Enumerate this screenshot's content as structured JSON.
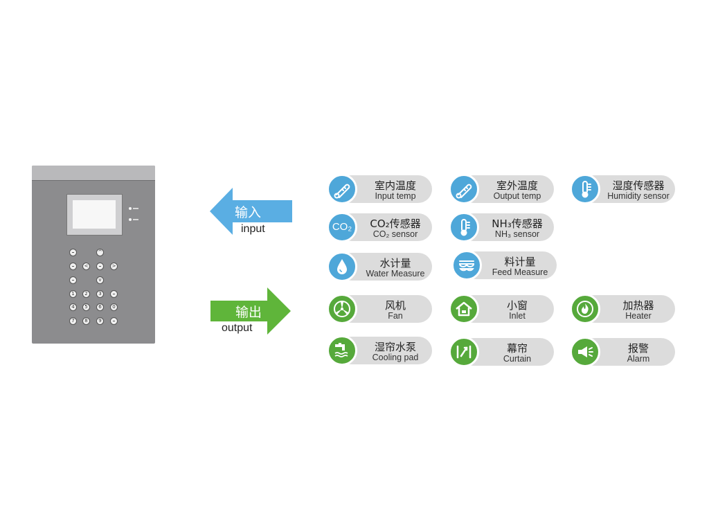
{
  "input_arrow": {
    "label_cn": "输入",
    "label_en": "input",
    "color": "#5aaee3"
  },
  "output_arrow": {
    "label_cn": "输出",
    "label_en": "output",
    "color": "#5fb53a"
  },
  "colors": {
    "input_icon": "#4ea7d9",
    "output_icon": "#56a93b",
    "pill_bg": "#dcdcdc"
  },
  "inputs": [
    {
      "cn": "室内温度",
      "en": "Input temp",
      "icon": "thermometer-icon"
    },
    {
      "cn": "室外温度",
      "en": "Output temp",
      "icon": "thermometer-icon"
    },
    {
      "cn": "湿度传感器",
      "en": "Humidity sensor",
      "icon": "sensor-icon"
    },
    {
      "cn": "CO₂传感器",
      "en": "CO₂ sensor",
      "icon": "co2-icon",
      "icon_text": "CO₂"
    },
    {
      "cn": "NH₃传感器",
      "en": "NH₃ sensor",
      "icon": "sensor-icon"
    },
    {
      "cn": "水计量",
      "en": "Water Measure",
      "icon": "water-drop-icon"
    },
    {
      "cn": "料计量",
      "en": "Feed Measure",
      "icon": "feed-icon"
    }
  ],
  "outputs": [
    {
      "cn": "风机",
      "en": "Fan",
      "icon": "fan-icon"
    },
    {
      "cn": "小窗",
      "en": "Inlet",
      "icon": "house-icon"
    },
    {
      "cn": "加热器",
      "en": "Heater",
      "icon": "flame-icon"
    },
    {
      "cn": "湿帘水泵",
      "en": "Cooling pad",
      "icon": "faucet-icon"
    },
    {
      "cn": "幕帘",
      "en": "Curtain",
      "icon": "curtain-icon"
    },
    {
      "cn": "报警",
      "en": "Alarm",
      "icon": "megaphone-icon"
    }
  ]
}
